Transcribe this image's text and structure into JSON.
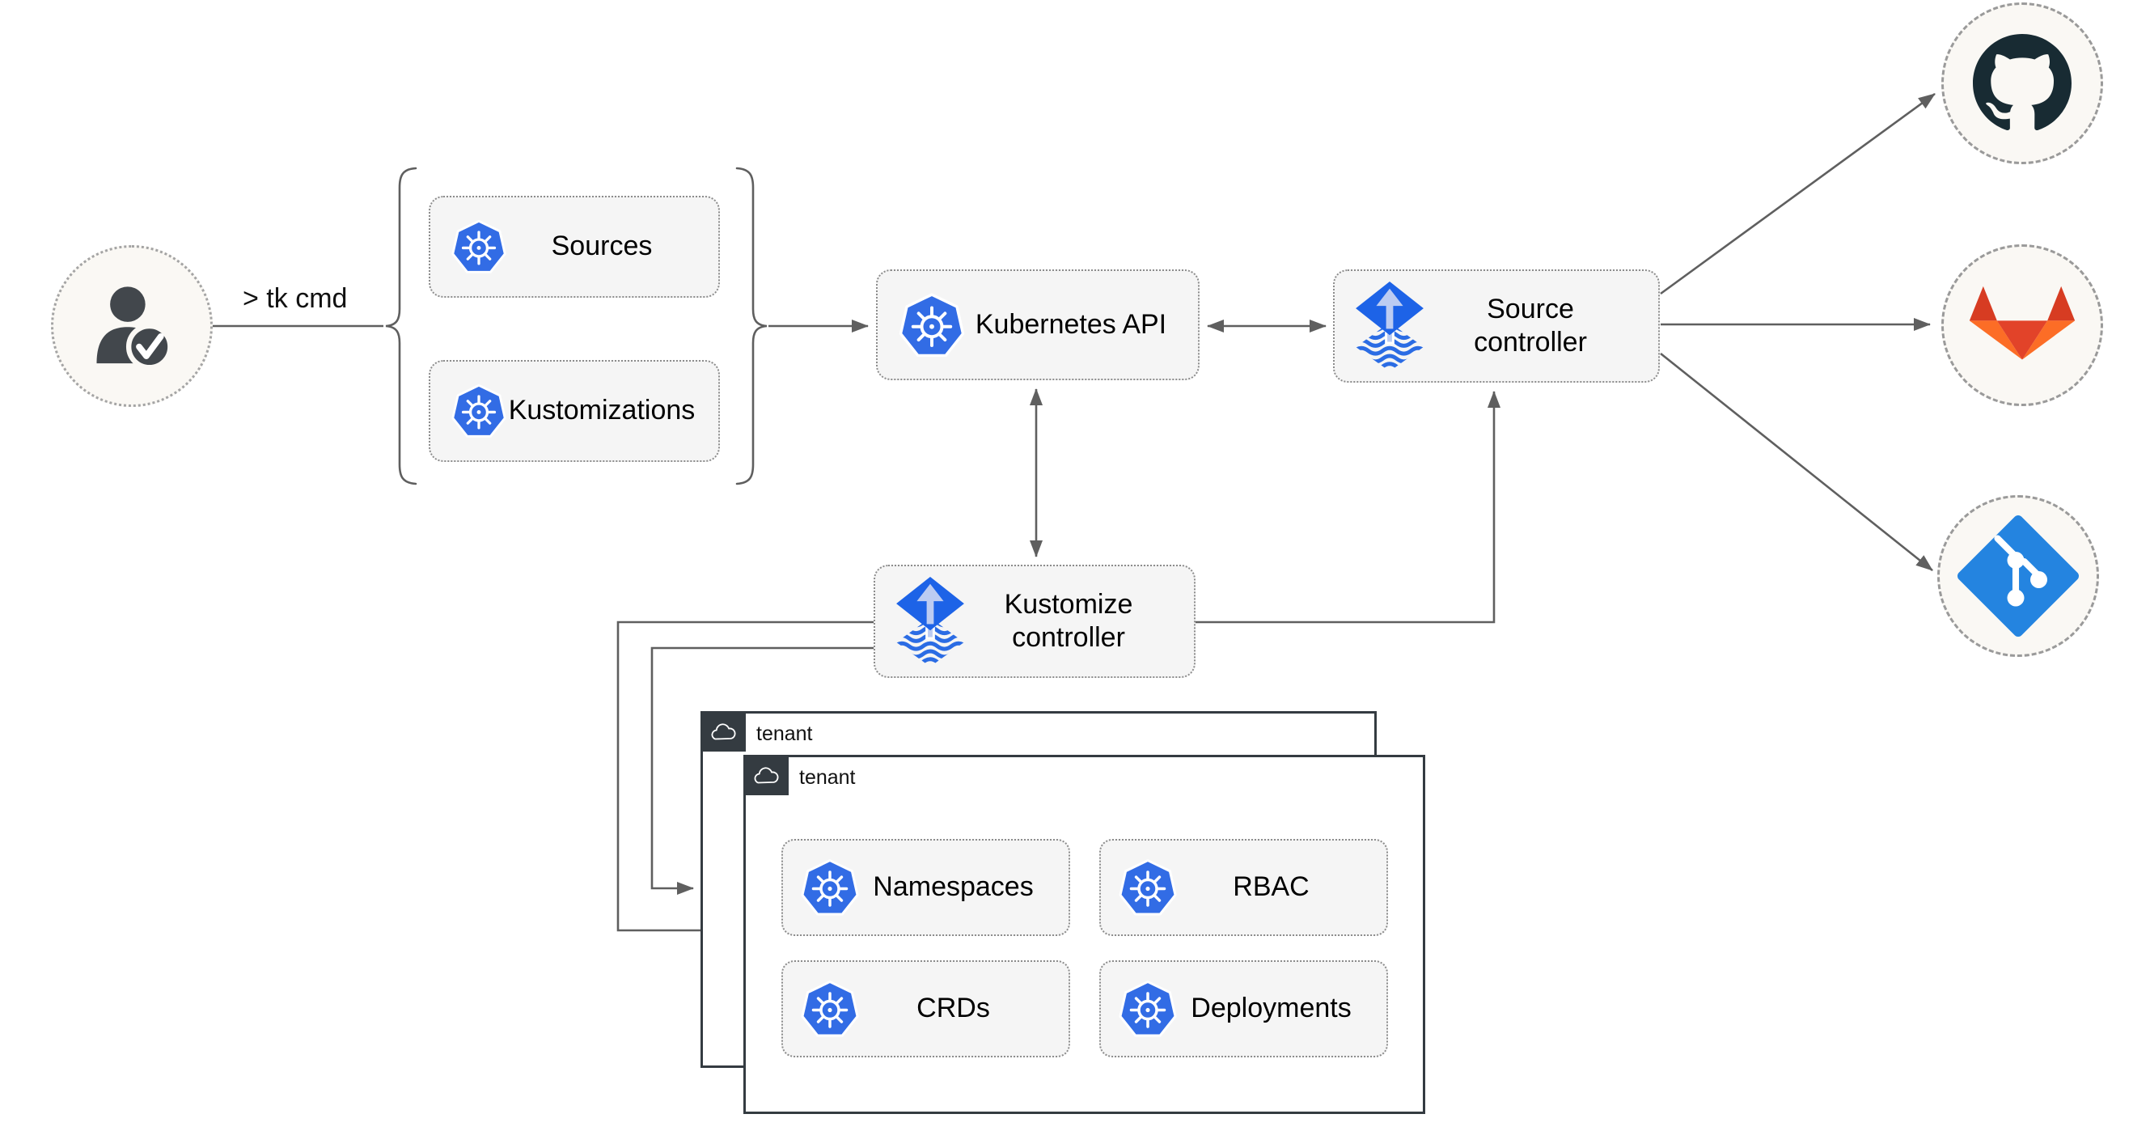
{
  "user": {
    "command_label": "> tk cmd"
  },
  "bracket_group": {
    "items": [
      {
        "label": "Sources"
      },
      {
        "label": "Kustomizations"
      }
    ]
  },
  "kubernetes_api": {
    "label": "Kubernetes API"
  },
  "source_controller": {
    "line1": "Source",
    "line2": "controller"
  },
  "kustomize_controller": {
    "line1": "Kustomize",
    "line2": "controller"
  },
  "tenant_back": {
    "label": "tenant"
  },
  "tenant_front": {
    "label": "tenant",
    "resources": [
      {
        "label": "Namespaces"
      },
      {
        "label": "RBAC"
      },
      {
        "label": "CRDs"
      },
      {
        "label": "Deployments"
      }
    ]
  },
  "providers": [
    {
      "name": "GitHub"
    },
    {
      "name": "GitLab"
    },
    {
      "name": "Git"
    }
  ],
  "colors": {
    "kubernetes_blue": "#326ce5",
    "flux_blue": "#1d63e7",
    "flux_arrow_light": "#bcccf2",
    "git_blue": "#2484e0",
    "gitlab_red": "#e24329",
    "gitlab_dark_red": "#d73c22",
    "gitlab_orange": "#fc6d26",
    "github_dark": "#182b33",
    "line_gray": "#5f5f5f",
    "node_fill": "#f5f5f5",
    "tenant_dark": "#343b41",
    "person_dark": "#42474c"
  }
}
